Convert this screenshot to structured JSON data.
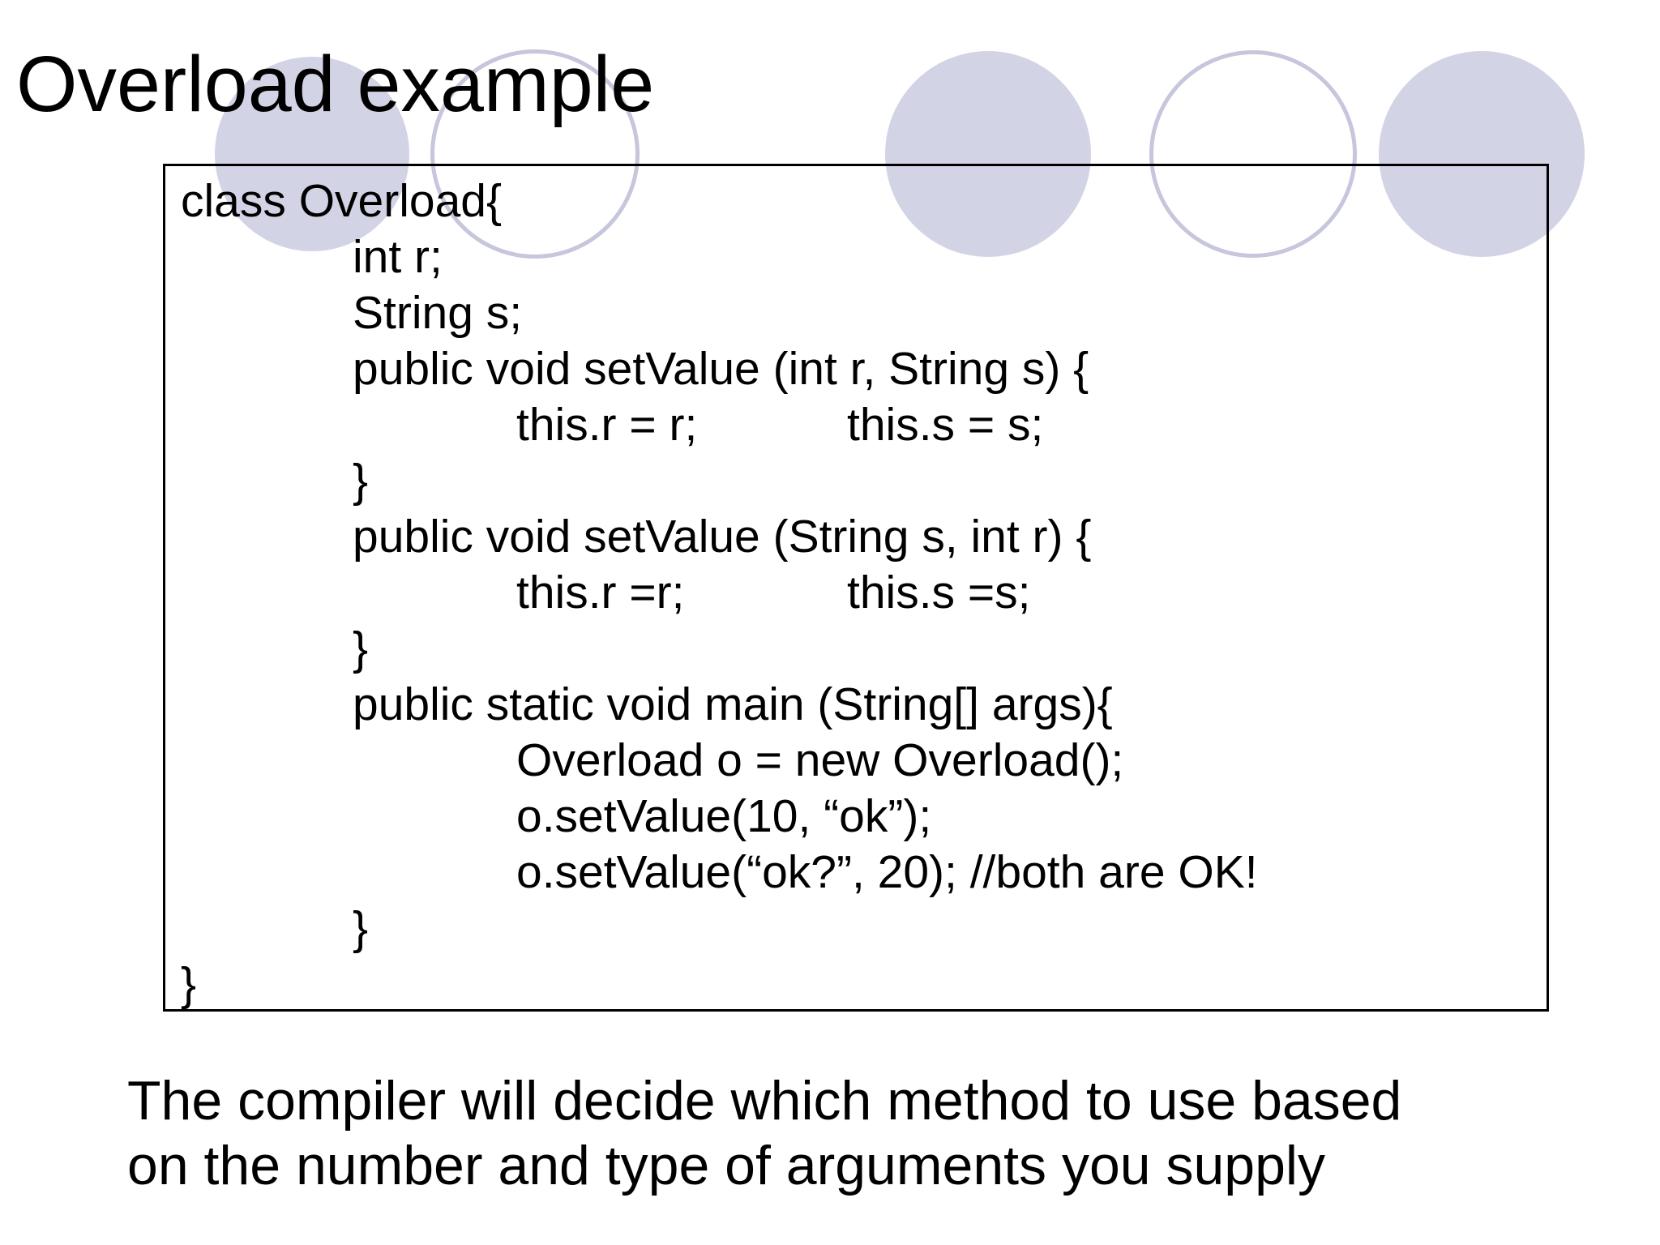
{
  "slide": {
    "title": "Overload example"
  },
  "code": {
    "lines": [
      {
        "text": "class Overload{"
      },
      {
        "text": "int r;"
      },
      {
        "text": "String s;"
      },
      {
        "text": "public void setValue (int r, String s) {"
      },
      {
        "col1": "this.r = r;",
        "col2": "this.s = s;"
      },
      {
        "text": "}"
      },
      {
        "text": "public void setValue (String s, int r) {"
      },
      {
        "col1": "this.r =r;",
        "col2": "this.s =s;"
      },
      {
        "text": "}"
      },
      {
        "text": "public static void main (String[] args){"
      },
      {
        "text": "Overload o = new Overload();"
      },
      {
        "text": "o.setValue(10, “ok”);"
      },
      {
        "text": "o.setValue(“ok?”, 20); //both are OK!"
      },
      {
        "text": "}"
      },
      {
        "text": "}"
      }
    ]
  },
  "footer": {
    "lines": [
      "The compiler will decide which method to use based",
      "on the number and type of arguments you supply"
    ]
  },
  "colors": {
    "background": "#ffffff",
    "text": "#000000",
    "box_border": "#000000",
    "circle_fill": "#d3d3e6",
    "circle_outline": "#c6c6dc"
  }
}
